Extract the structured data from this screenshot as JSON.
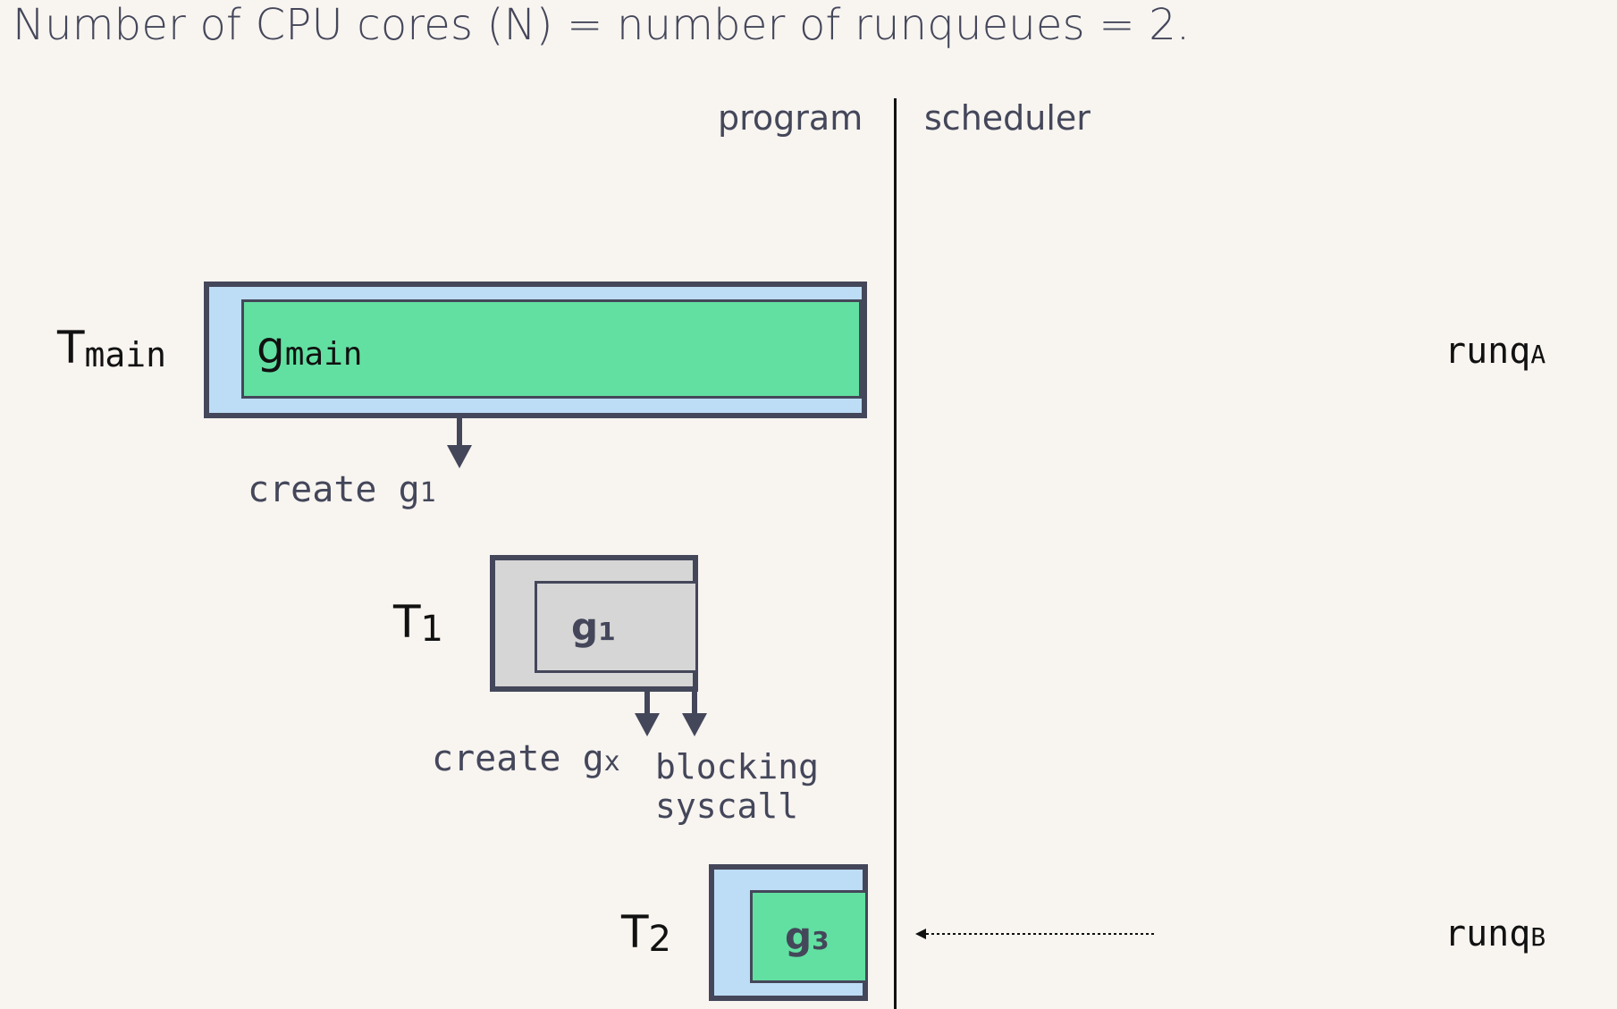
{
  "title": "Number of CPU cores (N) = number of runqueues = 2.",
  "columns": {
    "program": "program",
    "scheduler": "scheduler"
  },
  "threads": {
    "tmain": {
      "base": "T",
      "sub": "main",
      "goroutine_base": "g",
      "goroutine_sub": "main",
      "color": "#bddcf5",
      "g_color": "#62e0a1"
    },
    "t1": {
      "base": "T",
      "sub": "1",
      "goroutine_base": "g",
      "goroutine_sub": "1",
      "color": "#d6d6d6",
      "g_color": "#d6d6d6"
    },
    "t2": {
      "base": "T",
      "sub": "2",
      "goroutine_base": "g",
      "goroutine_sub": "3",
      "color": "#bddcf5",
      "g_color": "#62e0a1"
    }
  },
  "actions": {
    "create_g1": {
      "text": "create g",
      "sub": "1"
    },
    "create_gx": {
      "text": "create g",
      "sub": "x"
    },
    "blocking_line1": "blocking",
    "blocking_line2": "syscall"
  },
  "runqueues": {
    "a": {
      "base": "runq",
      "sub": "A"
    },
    "b": {
      "base": "runq",
      "sub": "B"
    }
  }
}
